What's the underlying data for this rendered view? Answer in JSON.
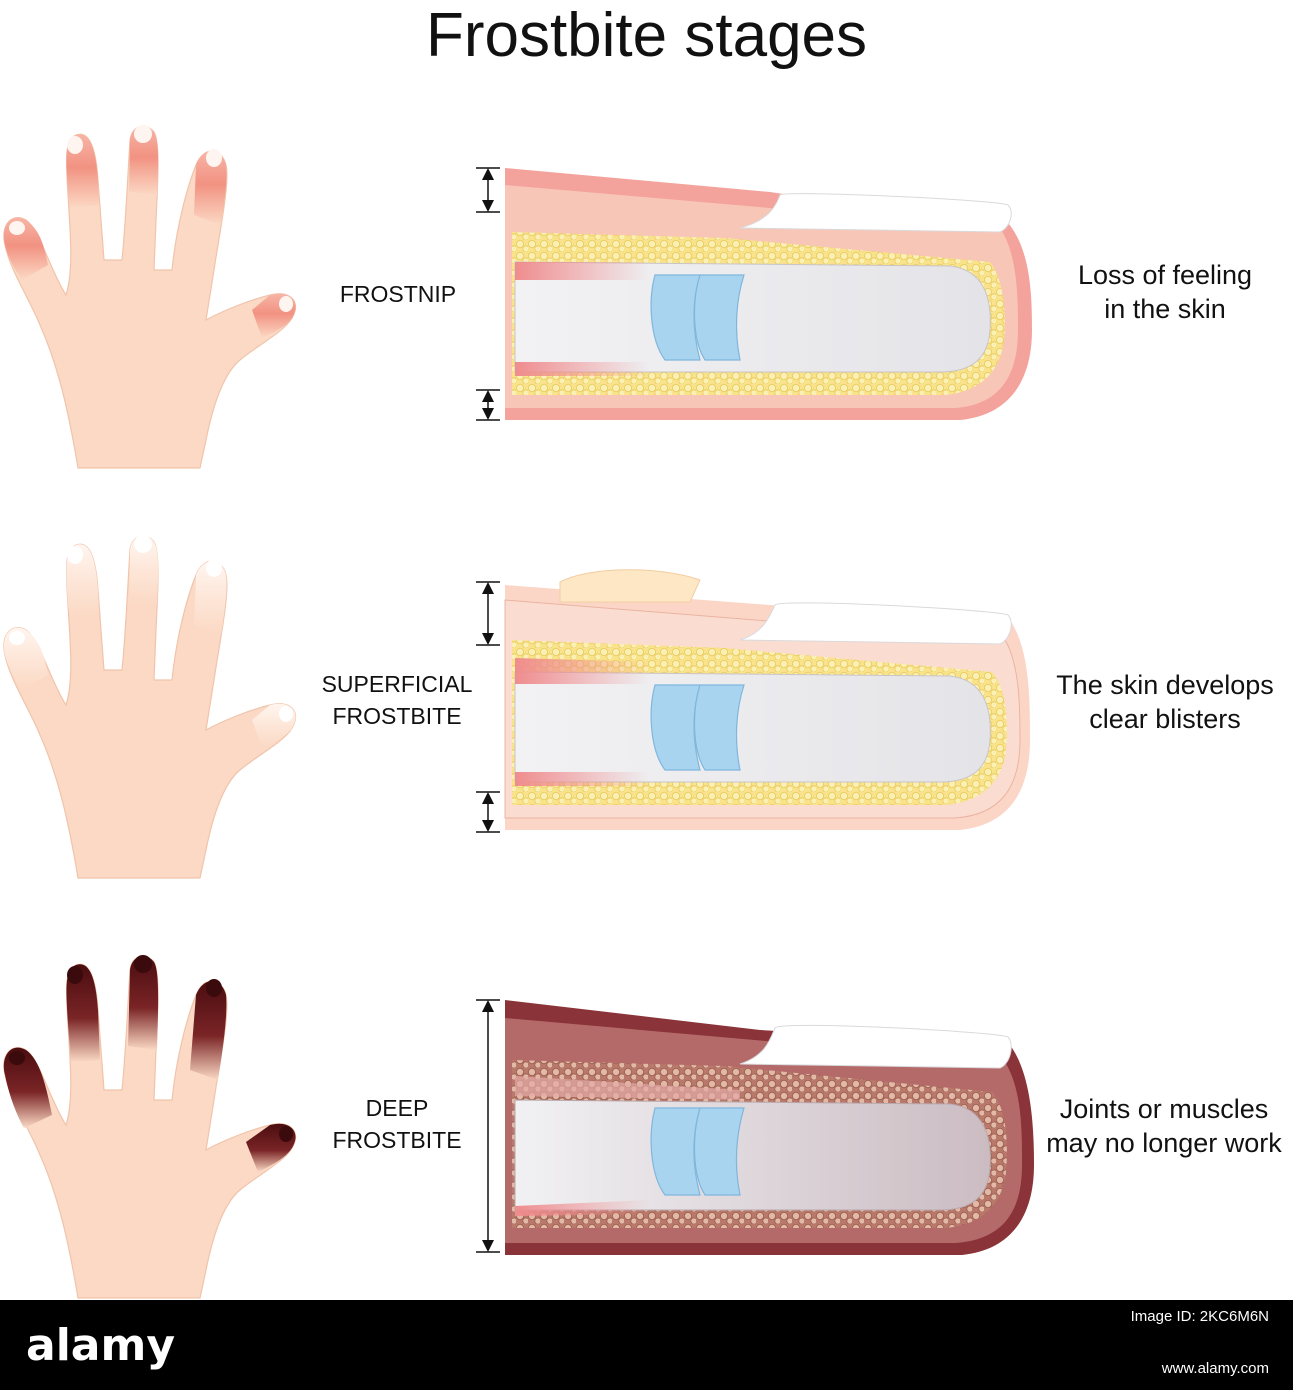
{
  "title": "Frostbite stages",
  "stages": [
    {
      "label": "FROSTNIP",
      "description": "Loss of feeling\nin the skin"
    },
    {
      "label": "SUPERFICIAL\nFROSTBITE",
      "description": "The skin develops\nclear blisters"
    },
    {
      "label": "DEEP\nFROSTBITE",
      "description": "Joints or muscles\nmay no longer work"
    }
  ],
  "footer": {
    "brand": "alamy",
    "image_id_label": "Image ID: 2KC6M6N",
    "url": "www.alamy.com"
  },
  "colors": {
    "skin": "#fbd9c4",
    "frostnip_tip": "#f39a8a",
    "superficial_tip": "#fdf0e8",
    "deep_tip": "#5a1214",
    "fat": "#f7e38a",
    "bone": "#ececee",
    "cartilage": "#a8d4ef",
    "nail": "#ffffff"
  }
}
